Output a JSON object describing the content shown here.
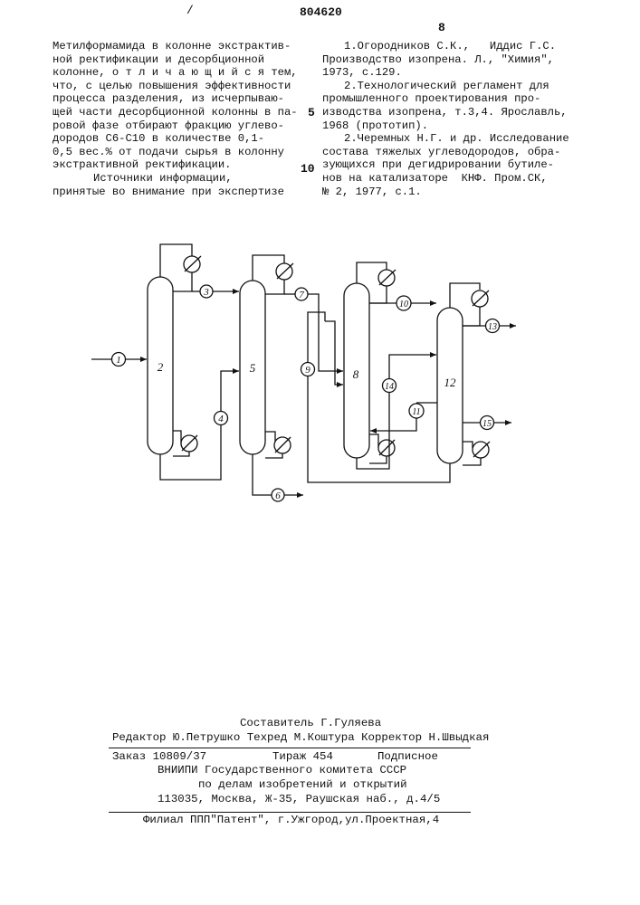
{
  "header": {
    "page_mark": "/",
    "patent_number": "804620",
    "page_number": "8"
  },
  "left_column": {
    "lines": [
      "Метилформамида в колонне экстрактив-",
      "ной ректификации и десорбционной",
      "колонне, о т л и ч а ю щ и й с я тем,",
      "что, с целью повышения эффективности",
      "процесса разделения, из исчерпываю-",
      "щей части десорбционной колонны в па-",
      "ровой фазе отбирают фракцию углево-",
      "дородов C6-C10 в количестве 0,1-",
      "0,5 вес.% от подачи сырья в колонну",
      "экстрактивной ректификации."
    ],
    "sources_heading": "Источники информации,",
    "sources_continuation": "принятые во внимание при экспертизе"
  },
  "line_numbers": [
    "5",
    "10"
  ],
  "right_column": {
    "references": [
      "1.Огородников С.К.,   Иддис Г.С.",
      "Производство изопрена. Л., \"Химия\",",
      "1973, с.129.",
      "2.Технологический регламент для",
      "промышленного проектирования про-",
      "изводства изопрена, т.3,4. Ярославль,",
      "1968 (прототип).",
      "2.Черемных Н.Г. и др. Исследование",
      "состава тяжелых углеводородов, обра-",
      "зующихся при дегидрировании бутиле-",
      "нов на катализаторе  КНФ. Пром.СК,",
      "№ 2, 1977, с.1."
    ]
  },
  "diagram": {
    "stream_labels": [
      "1",
      "3",
      "4",
      "6",
      "7",
      "9",
      "10",
      "11",
      "13",
      "14",
      "15"
    ],
    "column_labels": [
      "2",
      "5",
      "8",
      "12"
    ]
  },
  "imprint": {
    "compiler": "Составитель Г.Гуляева",
    "editors": "Редактор Ю.Петрушко Техред М.Коштура Корректор Н.Швыдкая",
    "order": "Заказ 10809/37",
    "circulation": "Тираж 454",
    "subscription": "Подписное",
    "org_1": "ВНИИПИ Государственного комитета СССР",
    "org_2": "по делам изобретений и открытий",
    "address": "113035, Москва, Ж-35, Раушская наб., д.4/5",
    "branch": "Филиал ППП\"Патент\", г.Ужгород,ул.Проектная,4"
  }
}
